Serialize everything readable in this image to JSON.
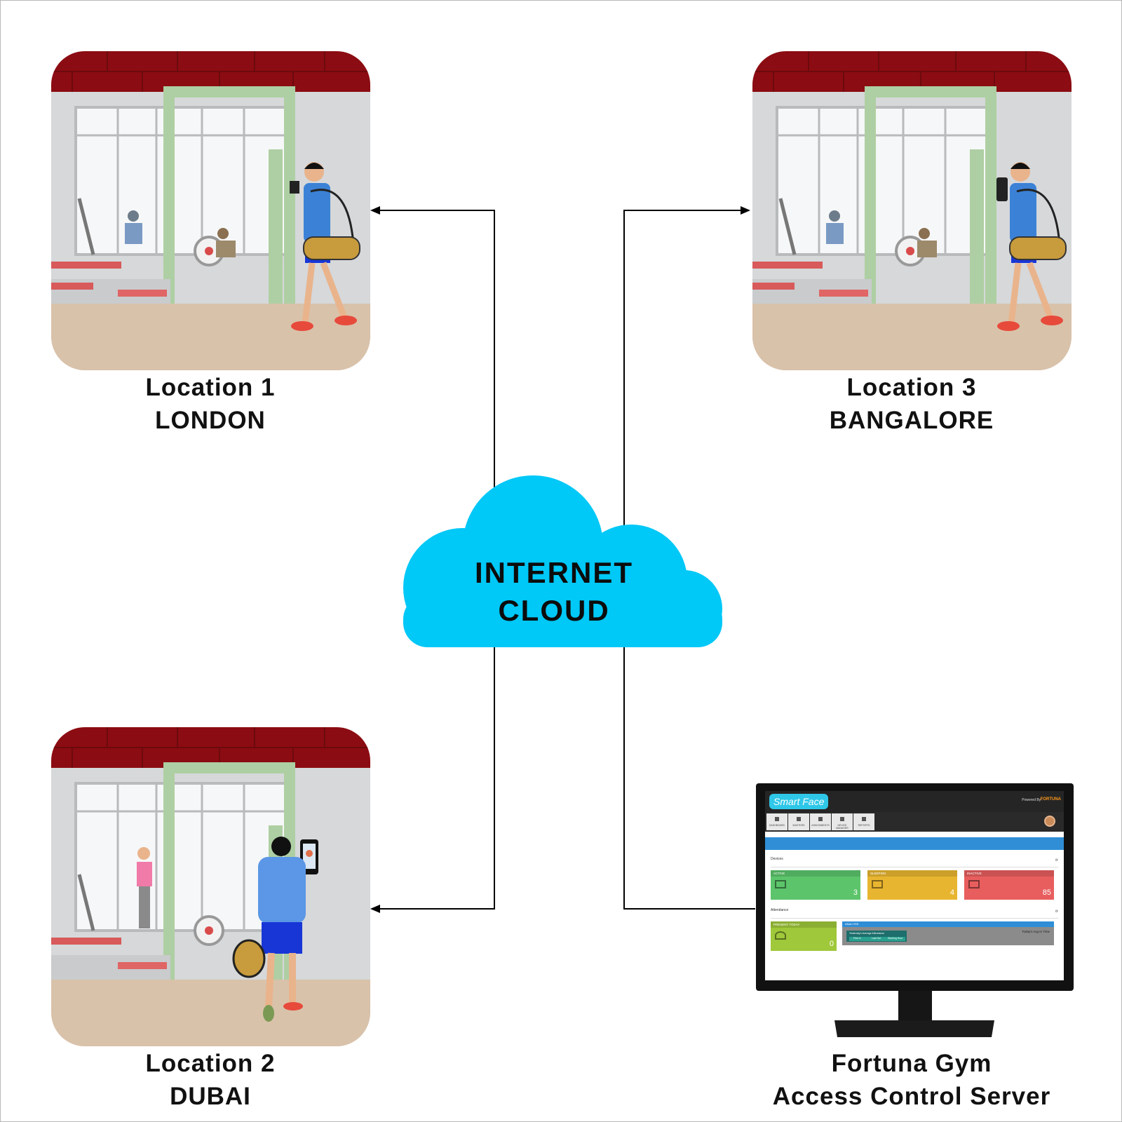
{
  "locations": [
    {
      "id": "london",
      "label": "Location 1",
      "city": "LONDON"
    },
    {
      "id": "dubai",
      "label": "Location 2",
      "city": "DUBAI"
    },
    {
      "id": "bangalore",
      "label": "Location 3",
      "city": "BANGALORE"
    }
  ],
  "cloud": {
    "line1": "INTERNET",
    "line2": "CLOUD"
  },
  "server": {
    "line1": "Fortuna Gym",
    "line2": "Access Control Server"
  },
  "dashboard": {
    "brand": "Smart Face",
    "powered_by": "Powered By :",
    "powered_brand": "FORTUNA",
    "nav": [
      "DASHBOARD",
      "MASTERS",
      "ASSIGNMENTS",
      "DEVICE MANAGER",
      "REPORTS"
    ],
    "devices_title": "Devices",
    "devices": [
      {
        "label": "ACTIVE",
        "value": "3",
        "color": "#5cc46b"
      },
      {
        "label": "SLEEPING",
        "value": "4",
        "color": "#e8b530"
      },
      {
        "label": "INACTIVE",
        "value": "85",
        "color": "#e85e5e"
      }
    ],
    "attendance_title": "Attendance",
    "present_label": "PRESENT TODAY",
    "present_value": "0",
    "analysis_label": "ANALYSIS",
    "analysis_note": "Today's Avg In Time",
    "analysis_row1": "Yesterday's Average Attendance",
    "analysis_cols": [
      "First In",
      "Last Out",
      "Working Hour"
    ]
  },
  "colors": {
    "cloud": "#00c8f7",
    "brick": "#8b0c12",
    "floor": "#d9c2aa",
    "door": "#aecfa3"
  }
}
